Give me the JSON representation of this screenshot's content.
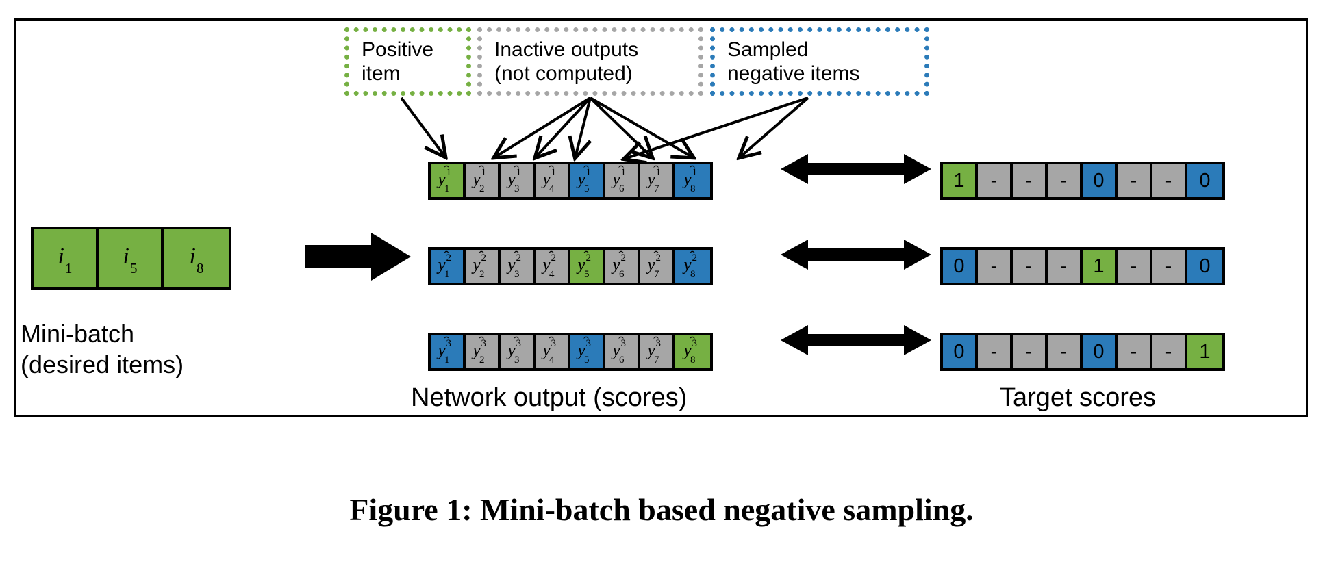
{
  "figure": {
    "caption": "Figure 1: Mini-batch based negative sampling."
  },
  "legend": {
    "positive": {
      "label": "Positive\nitem",
      "color": "#76b043",
      "style": "dotted"
    },
    "inactive": {
      "label": "Inactive outputs\n(not computed)",
      "color": "#a6a6a6",
      "style": "dotted"
    },
    "sampled": {
      "label": "Sampled\nnegative items",
      "color": "#2b7bb9",
      "style": "dotted"
    }
  },
  "minibatch": {
    "caption": "Mini-batch\n(desired items)",
    "items": [
      {
        "base": "i",
        "sub": "1",
        "color": "#76b043"
      },
      {
        "base": "i",
        "sub": "5",
        "color": "#76b043"
      },
      {
        "base": "i",
        "sub": "8",
        "color": "#76b043"
      }
    ]
  },
  "network_output": {
    "caption": "Network output (scores)",
    "rows": [
      {
        "sup": "1",
        "cells": [
          {
            "base": "y",
            "sub": "1",
            "sup": "1",
            "state": "positive",
            "color": "#76b043"
          },
          {
            "base": "y",
            "sub": "2",
            "sup": "1",
            "state": "inactive",
            "color": "#a6a6a6"
          },
          {
            "base": "y",
            "sub": "3",
            "sup": "1",
            "state": "inactive",
            "color": "#a6a6a6"
          },
          {
            "base": "y",
            "sub": "4",
            "sup": "1",
            "state": "inactive",
            "color": "#a6a6a6"
          },
          {
            "base": "y",
            "sub": "5",
            "sup": "1",
            "state": "negative",
            "color": "#2b7bb9"
          },
          {
            "base": "y",
            "sub": "6",
            "sup": "1",
            "state": "inactive",
            "color": "#a6a6a6"
          },
          {
            "base": "y",
            "sub": "7",
            "sup": "1",
            "state": "inactive",
            "color": "#a6a6a6"
          },
          {
            "base": "y",
            "sub": "8",
            "sup": "1",
            "state": "negative",
            "color": "#2b7bb9"
          }
        ]
      },
      {
        "sup": "2",
        "cells": [
          {
            "base": "y",
            "sub": "1",
            "sup": "2",
            "state": "negative",
            "color": "#2b7bb9"
          },
          {
            "base": "y",
            "sub": "2",
            "sup": "2",
            "state": "inactive",
            "color": "#a6a6a6"
          },
          {
            "base": "y",
            "sub": "3",
            "sup": "2",
            "state": "inactive",
            "color": "#a6a6a6"
          },
          {
            "base": "y",
            "sub": "4",
            "sup": "2",
            "state": "inactive",
            "color": "#a6a6a6"
          },
          {
            "base": "y",
            "sub": "5",
            "sup": "2",
            "state": "positive",
            "color": "#76b043"
          },
          {
            "base": "y",
            "sub": "6",
            "sup": "2",
            "state": "inactive",
            "color": "#a6a6a6"
          },
          {
            "base": "y",
            "sub": "7",
            "sup": "2",
            "state": "inactive",
            "color": "#a6a6a6"
          },
          {
            "base": "y",
            "sub": "8",
            "sup": "2",
            "state": "negative",
            "color": "#2b7bb9"
          }
        ]
      },
      {
        "sup": "3",
        "cells": [
          {
            "base": "y",
            "sub": "1",
            "sup": "3",
            "state": "negative",
            "color": "#2b7bb9"
          },
          {
            "base": "y",
            "sub": "2",
            "sup": "3",
            "state": "inactive",
            "color": "#a6a6a6"
          },
          {
            "base": "y",
            "sub": "3",
            "sup": "3",
            "state": "inactive",
            "color": "#a6a6a6"
          },
          {
            "base": "y",
            "sub": "4",
            "sup": "3",
            "state": "inactive",
            "color": "#a6a6a6"
          },
          {
            "base": "y",
            "sub": "5",
            "sup": "3",
            "state": "negative",
            "color": "#2b7bb9"
          },
          {
            "base": "y",
            "sub": "6",
            "sup": "3",
            "state": "inactive",
            "color": "#a6a6a6"
          },
          {
            "base": "y",
            "sub": "7",
            "sup": "3",
            "state": "inactive",
            "color": "#a6a6a6"
          },
          {
            "base": "y",
            "sub": "8",
            "sup": "3",
            "state": "positive",
            "color": "#76b043"
          }
        ]
      }
    ]
  },
  "target_scores": {
    "caption": "Target scores",
    "rows": [
      {
        "cells": [
          {
            "value": "1",
            "state": "positive",
            "color": "#76b043"
          },
          {
            "value": "-",
            "state": "inactive",
            "color": "#a6a6a6"
          },
          {
            "value": "-",
            "state": "inactive",
            "color": "#a6a6a6"
          },
          {
            "value": "-",
            "state": "inactive",
            "color": "#a6a6a6"
          },
          {
            "value": "0",
            "state": "negative",
            "color": "#2b7bb9"
          },
          {
            "value": "-",
            "state": "inactive",
            "color": "#a6a6a6"
          },
          {
            "value": "-",
            "state": "inactive",
            "color": "#a6a6a6"
          },
          {
            "value": "0",
            "state": "negative",
            "color": "#2b7bb9"
          }
        ]
      },
      {
        "cells": [
          {
            "value": "0",
            "state": "negative",
            "color": "#2b7bb9"
          },
          {
            "value": "-",
            "state": "inactive",
            "color": "#a6a6a6"
          },
          {
            "value": "-",
            "state": "inactive",
            "color": "#a6a6a6"
          },
          {
            "value": "-",
            "state": "inactive",
            "color": "#a6a6a6"
          },
          {
            "value": "1",
            "state": "positive",
            "color": "#76b043"
          },
          {
            "value": "-",
            "state": "inactive",
            "color": "#a6a6a6"
          },
          {
            "value": "-",
            "state": "inactive",
            "color": "#a6a6a6"
          },
          {
            "value": "0",
            "state": "negative",
            "color": "#2b7bb9"
          }
        ]
      },
      {
        "cells": [
          {
            "value": "0",
            "state": "negative",
            "color": "#2b7bb9"
          },
          {
            "value": "-",
            "state": "inactive",
            "color": "#a6a6a6"
          },
          {
            "value": "-",
            "state": "inactive",
            "color": "#a6a6a6"
          },
          {
            "value": "-",
            "state": "inactive",
            "color": "#a6a6a6"
          },
          {
            "value": "0",
            "state": "negative",
            "color": "#2b7bb9"
          },
          {
            "value": "-",
            "state": "inactive",
            "color": "#a6a6a6"
          },
          {
            "value": "-",
            "state": "inactive",
            "color": "#a6a6a6"
          },
          {
            "value": "1",
            "state": "positive",
            "color": "#76b043"
          }
        ]
      }
    ]
  },
  "colors": {
    "positive_green": "#76b043",
    "negative_blue": "#2b7bb9",
    "inactive_gray": "#a6a6a6",
    "outline_black": "#000000",
    "background": "#ffffff"
  }
}
